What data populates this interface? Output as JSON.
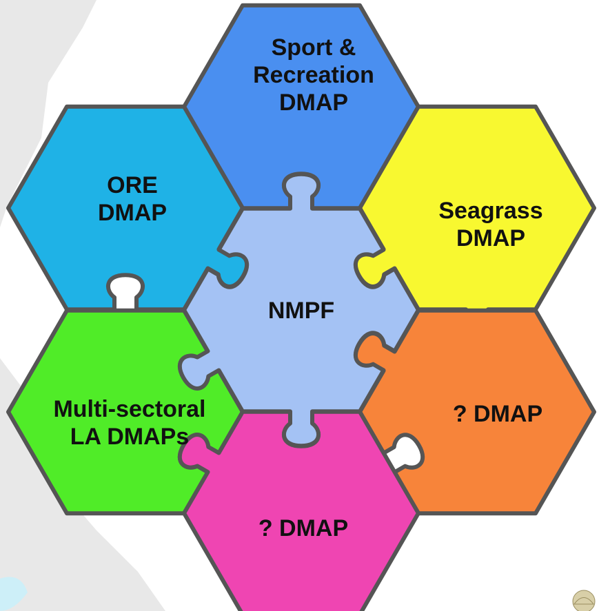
{
  "colors": {
    "background_shape": "#e8e8e8",
    "outline": "#555555",
    "center": "#a4c2f4",
    "top": "#4a8ff0",
    "top_left": "#1fb2e6",
    "top_right": "#f8f830",
    "bottom_left": "#50ec28",
    "bottom_right": "#f7843a",
    "bottom": "#ef45b2"
  },
  "nodes": [
    {
      "id": "center",
      "label_lines": [
        "NMPF"
      ]
    },
    {
      "id": "top",
      "label_lines": [
        "Sport &",
        "Recreation",
        "DMAP"
      ]
    },
    {
      "id": "top_left",
      "label_lines": [
        "ORE",
        "DMAP"
      ]
    },
    {
      "id": "top_right",
      "label_lines": [
        "Seagrass",
        "DMAP"
      ]
    },
    {
      "id": "bottom_left",
      "label_lines": [
        "Multi-sectoral",
        "LA DMAPs"
      ]
    },
    {
      "id": "bottom_right",
      "label_lines": [
        "? DMAP"
      ]
    },
    {
      "id": "bottom",
      "label_lines": [
        "? DMAP"
      ]
    }
  ]
}
